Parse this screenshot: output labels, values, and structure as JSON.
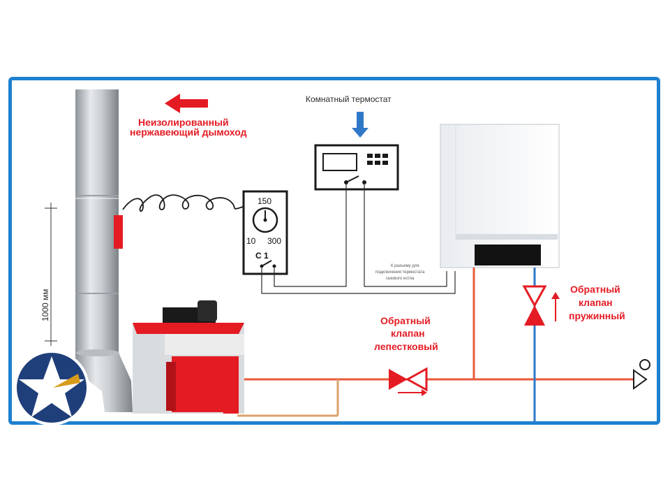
{
  "labels": {
    "chimney": [
      "Неизолированный",
      "нержавеющий дымоход"
    ],
    "room_thermostat": "Комнатный термостат",
    "gas_boiler_note": [
      "К разъему для",
      "подключения термостата",
      "газового котла"
    ],
    "flap_valve": [
      "Обратный",
      "клапан",
      "лепестковый"
    ],
    "spring_valve": [
      "Обратный",
      "клапан",
      "пружинный"
    ],
    "height": "1000 мм"
  },
  "controller": {
    "top": "150",
    "left": "10",
    "right": "300",
    "code": "C 1"
  },
  "colors": {
    "frame": "#1e80d0",
    "accent_red": "#e41b23",
    "pipe_blue": "#2f78c8"
  }
}
